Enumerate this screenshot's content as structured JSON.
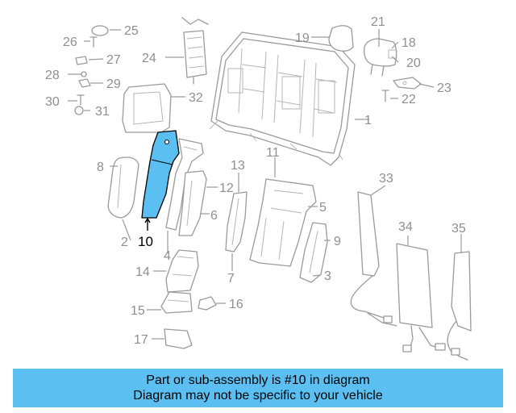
{
  "diagram": {
    "highlight_part": "10",
    "part_labels": [
      "1",
      "2",
      "3",
      "4",
      "5",
      "6",
      "7",
      "8",
      "9",
      "10",
      "11",
      "12",
      "13",
      "14",
      "15",
      "16",
      "17",
      "18",
      "19",
      "20",
      "21",
      "22",
      "23",
      "24",
      "25",
      "26",
      "27",
      "28",
      "29",
      "30",
      "31",
      "32",
      "33",
      "34",
      "35"
    ],
    "colors": {
      "highlight": "#5bc0f1",
      "line": "#9a9a9a",
      "label": "#8f8f8f"
    }
  },
  "banner": {
    "line1": "Part or sub-assembly is #10 in diagram",
    "line2": "Diagram may not be specific to your vehicle",
    "color": "#5bc0f1"
  }
}
